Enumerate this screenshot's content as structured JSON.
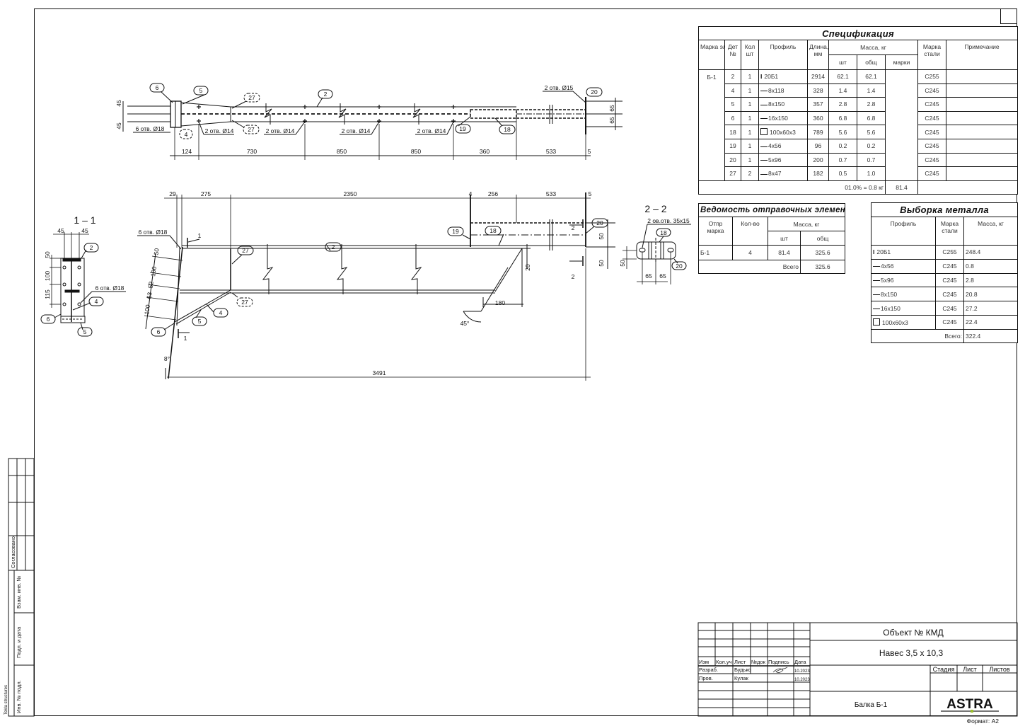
{
  "spec": {
    "title": "Спецификация",
    "headers": {
      "mark": "Марка эл-та",
      "det": "Дет №",
      "qty": "Кол шт",
      "profile": "Профиль",
      "length": "Длина, мм",
      "mass": "Масса, кг",
      "mass_pc": "шт",
      "mass_total": "общ",
      "mass_mark": "марки",
      "steel": "Марка стали",
      "note": "Примечание"
    },
    "element_mark": "Б-1",
    "rows": [
      {
        "det": "2",
        "qty": "1",
        "icon": "i-beam",
        "profile": "20Б1",
        "length": "2914",
        "pc": "62.1",
        "total": "62.1",
        "steel": "С255"
      },
      {
        "det": "4",
        "qty": "1",
        "icon": "plate",
        "profile": "8x118",
        "length": "328",
        "pc": "1.4",
        "total": "1.4",
        "steel": "С245"
      },
      {
        "det": "5",
        "qty": "1",
        "icon": "plate",
        "profile": "8x150",
        "length": "357",
        "pc": "2.8",
        "total": "2.8",
        "steel": "С245"
      },
      {
        "det": "6",
        "qty": "1",
        "icon": "plate",
        "profile": "16x150",
        "length": "360",
        "pc": "6.8",
        "total": "6.8",
        "steel": "С245"
      },
      {
        "det": "18",
        "qty": "1",
        "icon": "square-tube",
        "profile": "100x60x3",
        "length": "789",
        "pc": "5.6",
        "total": "5.6",
        "steel": "С245"
      },
      {
        "det": "19",
        "qty": "1",
        "icon": "plate",
        "profile": "4x56",
        "length": "96",
        "pc": "0.2",
        "total": "0.2",
        "steel": "С245"
      },
      {
        "det": "20",
        "qty": "1",
        "icon": "plate",
        "profile": "5x96",
        "length": "200",
        "pc": "0.7",
        "total": "0.7",
        "steel": "С245"
      },
      {
        "det": "27",
        "qty": "2",
        "icon": "plate",
        "profile": "8x47",
        "length": "182",
        "pc": "0.5",
        "total": "1.0",
        "steel": "С245"
      }
    ],
    "weld_note": "01.0% = 0.8 кг",
    "mark_mass": "81.4"
  },
  "shipping": {
    "title": "Ведомость отправочных элементов",
    "headers": {
      "mark": "Отпр марка",
      "qty": "Кол-во",
      "mass": "Масса, кг",
      "pc": "шт",
      "total": "общ"
    },
    "row": {
      "mark": "Б-1",
      "qty": "4",
      "pc": "81.4",
      "total": "325.6"
    },
    "total_label": "Всего",
    "total": "325.6"
  },
  "metal": {
    "title": "Выборка металла",
    "headers": {
      "profile": "Профиль",
      "steel": "Марка стали",
      "mass": "Масса, кг"
    },
    "rows": [
      {
        "icon": "i-beam",
        "profile": "20Б1",
        "steel": "С255",
        "mass": "248.4"
      },
      {
        "icon": "plate",
        "profile": "4x56",
        "steel": "С245",
        "mass": "0.8"
      },
      {
        "icon": "plate",
        "profile": "5x96",
        "steel": "С245",
        "mass": "2.8"
      },
      {
        "icon": "plate",
        "profile": "8x150",
        "steel": "С245",
        "mass": "20.8"
      },
      {
        "icon": "plate",
        "profile": "16x150",
        "steel": "С245",
        "mass": "27.2"
      },
      {
        "icon": "square-tube",
        "profile": "100x60x3",
        "steel": "С245",
        "mass": "22.4"
      }
    ],
    "total_label": "Всего:",
    "total": "322.4"
  },
  "title_block": {
    "object": "Объект № КМД",
    "project": "Навес 3,5 x 10,3",
    "sheet_name": "Балка Б-1",
    "cols": [
      "Изм",
      "Кол.уч",
      "Лист",
      "№док",
      "Подпись",
      "Дата"
    ],
    "developed_label": "Разраб.",
    "developer": "Будько",
    "developed_date": "10.2023",
    "checked_label": "Пров.",
    "checker": "Кулак",
    "checked_date": "10.2023",
    "stage": "Стадия",
    "sheet": "Лист",
    "sheets": "Листов",
    "company": "ASTRA",
    "format": "Формат: А2"
  },
  "left_strip": {
    "agreed": "Согласовано",
    "replace_inv": "Взам. инв. №",
    "sign_date": "Подп. и дата",
    "orig_inv": "Инв. № подл.",
    "software": "Tekla structures"
  },
  "plan_view": {
    "dims": [
      "124",
      "730",
      "850",
      "850",
      "360",
      "533",
      "5"
    ],
    "left_dims": [
      "45",
      "45"
    ],
    "right_dims": [
      "65",
      "65"
    ],
    "callouts": [
      "6",
      "5",
      "27",
      "2",
      "20",
      "4",
      "27",
      "19",
      "18"
    ],
    "notes": [
      "6 отв. Ø18",
      "2 отв. Ø14",
      "2 отв. Ø14",
      "2 отв. Ø14",
      "2 отв. Ø14",
      "2 отв. Ø15"
    ]
  },
  "elevation": {
    "top_dims": [
      "29",
      "275",
      "2350",
      "4",
      "256",
      "533",
      "5"
    ],
    "overall": "3491",
    "right_dims": [
      "50",
      "50"
    ],
    "left_dims": [
      "50",
      "100",
      "52",
      "63",
      "100"
    ],
    "misc_dims": [
      "20",
      "180",
      "45°",
      "8°"
    ],
    "callouts": [
      "27",
      "2",
      "19",
      "18",
      "20",
      "27",
      "4",
      "5",
      "6"
    ],
    "note": "6 отв. Ø18",
    "section_marks": [
      "1",
      "1",
      "2",
      "2"
    ]
  },
  "section_1": {
    "title": "1 – 1",
    "top_dims": [
      "45",
      "45"
    ],
    "left_dims": [
      "50",
      "100",
      "115"
    ],
    "callouts": [
      "2",
      "4",
      "6",
      "5"
    ],
    "note": "6 отв. Ø18"
  },
  "section_2": {
    "title": "2 – 2",
    "note": "2 ов.отв. 35x15",
    "callouts": [
      "18",
      "20"
    ],
    "dims": [
      "50",
      "65",
      "65"
    ]
  }
}
